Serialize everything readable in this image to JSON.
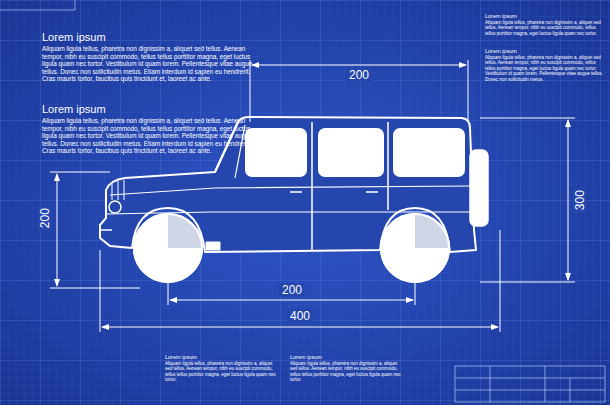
{
  "diagram": {
    "labels": [
      "Lorem ipsum",
      "Aliquam ligula tellus, pharetra non dignissim a, aliquet sed tellus. Aenean tempor, nibh eu suscipit commodo, tellus tellus porttitor magna, eget luctus ligula quam nec tortor. Vestibulum id quam lorem. Pellentesque vitae augue tellus. Donec non sollicitudin metus. Etiam interdum id sapien eu hendrerit. Cras mauris tortor, faucibus quis tincidunt et, laoreet ac ante.",
      "Lorem ipsum",
      "Aliquam ligula tellus, pharetra non dignissim a, aliquet sed tellus. Aenean tempor, nibh eu suscipit commodo, tellus tellus porttitor magna, eget luctus ligula quam nec tortor. Vestibulum id quam lorem. Pellentesque vitae augue tellus. Donec non sollicitudin metus. Etiam interdum id sapien eu hendrerit. Cras mauris tortor, faucibus quis tincidunt et, laoreet ac ante.",
      "Lorem ipsum",
      "Aliquam ligula tellus, pharetra non dignissim a, aliquet sed tellus. Aenean tempor, nibh eu suscipit commodo, tellus tellus porttitor magna, eget luctus ligula quam nec tortor.",
      "Lorem ipsum",
      "Aliquam ligula tellus, pharetra non dignissim a, aliquet sed tellus. Aenean tempor, nibh eu suscipit commodo, tellus tellus porttitor magna, eget luctus ligula quam nec tortor. Vestibulum id quam lorem. Pellentesque vitae augue tellus. Donec non sollicitudin metus.",
      "Lorem ipsum",
      "Aliquam ligula tellus, pharetra non dignissim a, aliquet sed tellus. Aenean tempor, nibh eu suscipit commodo, tellus tellus porttitor magna, eget luctus ligula quam nec tortor.",
      "Lorem ipsum",
      "Aliquam ligula tellus, pharetra non dignissim a, aliquet sed tellus. Aenean tempor, nibh eu suscipit commodo, tellus tellus porttitor magna, eget luctus ligula quam nec tortor.",
      "200",
      "200",
      "300",
      "200",
      "400"
    ]
  }
}
